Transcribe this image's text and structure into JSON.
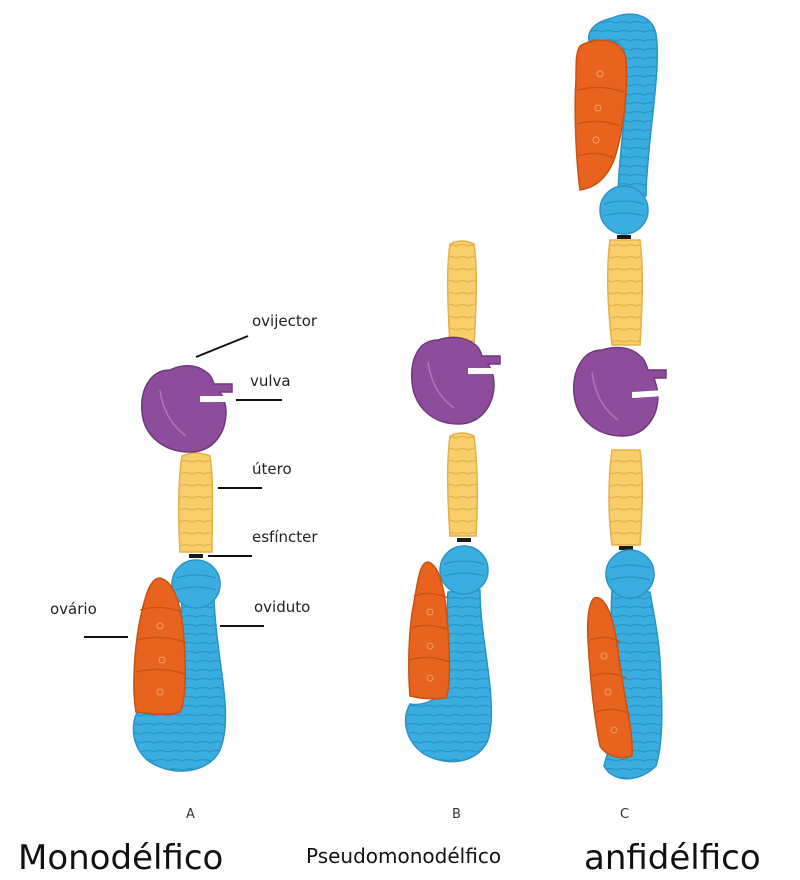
{
  "labels": {
    "ovijector": "ovijector",
    "vulva": "vulva",
    "utero": "útero",
    "esfincter": "esfíncter",
    "ovario": "ovário",
    "oviduto": "oviduto"
  },
  "diagram_tags": {
    "a": "A",
    "b": "B",
    "c": "C"
  },
  "captions": {
    "a": "Monodélfico",
    "b": "Pseudomonodélfico",
    "c": "anfidélfico"
  },
  "colors": {
    "vulva": "#8e4d9c",
    "uterus": "#f9cf6c",
    "oviduct": "#3aaee0",
    "ovary": "#e8641e",
    "sphincter": "#1a1a1a",
    "leader_line": "#111111"
  }
}
